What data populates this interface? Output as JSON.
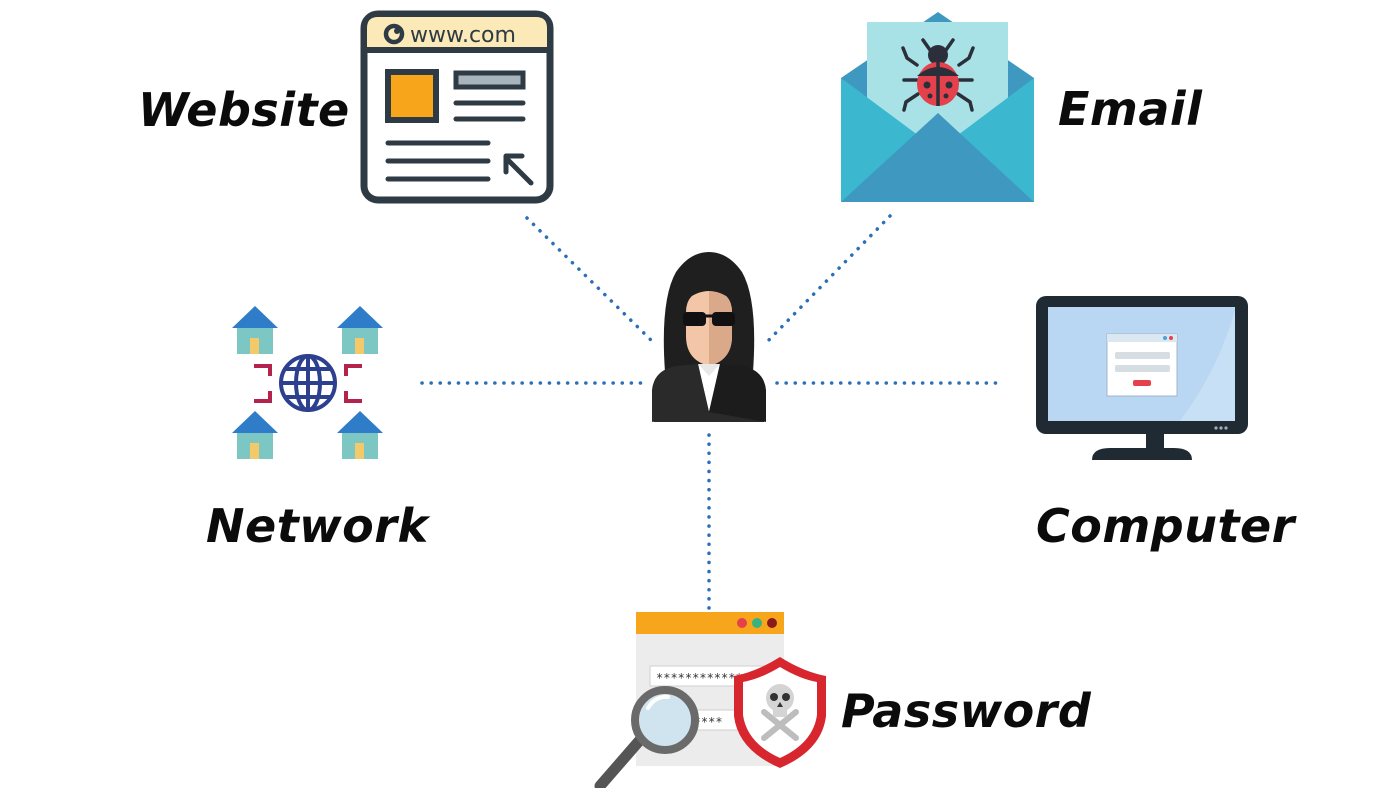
{
  "labels": {
    "website": "Website",
    "email": "Email",
    "network": "Network",
    "computer": "Computer",
    "password": "Password"
  },
  "browser_url": "www.com",
  "password_mask": "**************",
  "password_mask_short": "*******",
  "colors": {
    "connector": "#2a6fb8",
    "outline": "#2e3a44",
    "browser_header": "#fbe9b7",
    "accent_orange": "#f7a61b",
    "envelope": "#3bb8cf",
    "envelope_dark": "#3f98bf",
    "letter": "#a9e2e6",
    "bug_red": "#e5414c",
    "house_roof": "#2f7dc8",
    "house_wall": "#7cc7c4",
    "house_door": "#f4c96a",
    "globe": "#2d3f8f",
    "bracket": "#b3234c",
    "monitor_frame": "#1f2a33",
    "screen": "#b9d6f2",
    "shield": "#d8262e"
  },
  "icons": [
    "website-browser-icon",
    "email-bug-icon",
    "hacker-icon",
    "network-icon",
    "computer-monitor-icon",
    "password-shield-icon"
  ]
}
